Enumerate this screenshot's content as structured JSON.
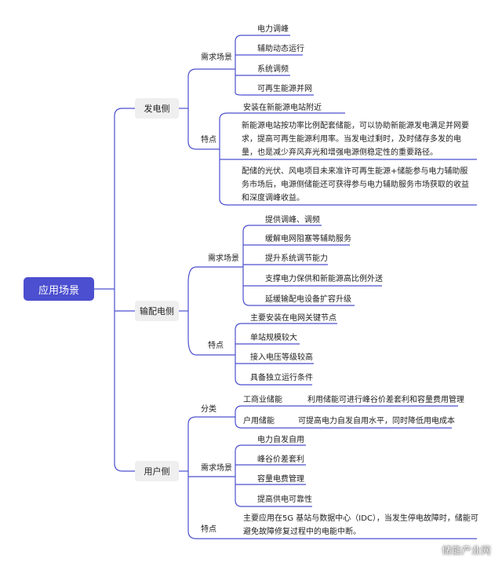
{
  "root": "应用场景",
  "branches": [
    {
      "label": "发电侧",
      "groups": [
        {
          "label": "需求场景",
          "items": [
            "电力调峰",
            "辅助动态运行",
            "系统调频",
            "可再生能源并网"
          ]
        },
        {
          "label": "特点",
          "items": [
            "安装在新能源电站附近",
            "新能源电站按功率比例配套储能，可以协助新能源发电满足并网要求，提高可再生能源利用率。当发电过剩时，及时储存多发的电量，也是减少弃风弃光和增强电源侧稳定性的重要路径。",
            "配储的光伏、风电项目未来准许可再生能源+储能参与电力辅助服务市场后，电源侧储能还可获得参与电力辅助服务市场获取的收益和深度调峰收益。"
          ]
        }
      ]
    },
    {
      "label": "输配电侧",
      "groups": [
        {
          "label": "需求场景",
          "items": [
            "提供调峰、调频",
            "缓解电网阻塞等辅助服务",
            "提升系统调节能力",
            "支撑电力保供和新能源高比例外送",
            "延缓输配电设备扩容升级"
          ]
        },
        {
          "label": "特点",
          "items": [
            "主要安装在电网关键节点",
            "单站规模较大",
            "接入电压等级较高",
            "具备独立运行条件"
          ]
        }
      ]
    },
    {
      "label": "用户侧",
      "groups": [
        {
          "label": "分类",
          "items": [
            {
              "name": "工商业储能",
              "desc": "利用储能可进行峰谷价差套利和容量费用管理"
            },
            {
              "name": "户用储能",
              "desc": "可提高电力自发自用水平，同时降低用电成本"
            }
          ]
        },
        {
          "label": "需求场景",
          "items": [
            "电力自发自用",
            "峰谷价差套利",
            "容量电费管理",
            "提高供电可靠性"
          ]
        },
        {
          "label": "特点",
          "items": [
            "主要应用在5G 基站与数据中心（IDC），当发生停电故障时，储能可避免故障修复过程中的电能中断。"
          ]
        }
      ]
    }
  ],
  "watermark": "储能产业网",
  "colors": {
    "root_bg": "#4c4fcf",
    "line": "#4c4fcf",
    "box_bg": "#efefef"
  }
}
